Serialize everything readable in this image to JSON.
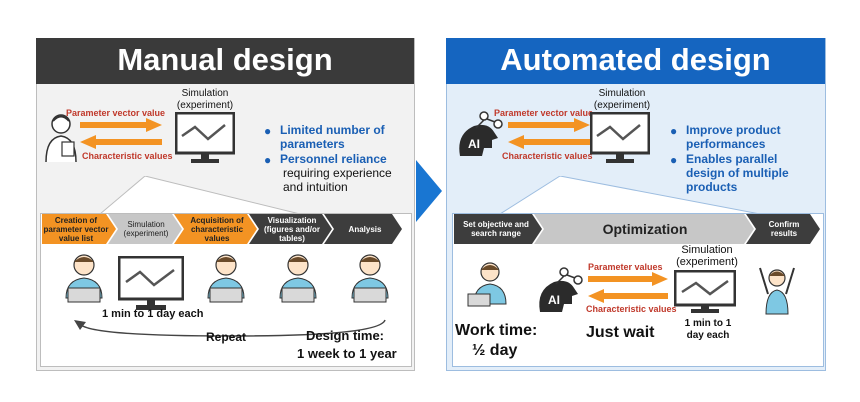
{
  "manual": {
    "title": "Manual design",
    "param_label": "Parameter vector value",
    "char_label": "Characteristic values",
    "sim_label": "Simulation\n(experiment)",
    "bullet1": "Limited number of parameters",
    "bullet2": "Personnel reliance",
    "bullet2_sub": "requiring experience and intuition",
    "steps": [
      "Creation of parameter vector value list",
      "Simulation (experiment)",
      "Acquisition of characteristic values",
      "Visualization (figures and/or tables)",
      "Analysis"
    ],
    "time_each": "1 min to 1 day each",
    "repeat": "Repeat",
    "design_time_1": "Design time:",
    "design_time_2": "1 week to 1 year"
  },
  "automated": {
    "title": "Automated design",
    "param_label": "Parameter vector value",
    "char_label": "Characteristic values",
    "sim_label": "Simulation\n(experiment)",
    "ai_label": "AI",
    "bullet1": "Improve product performances",
    "bullet2": "Enables parallel design of multiple products",
    "step_set": "Set objective and search range",
    "step_opt": "Optimization",
    "step_confirm": "Confirm results",
    "sim_label2": "Simulation\n(experiment)",
    "param_values": "Parameter values",
    "char_values": "Characteristic values",
    "time_each": "1 min to 1\nday each",
    "work_time_1": "Work time:",
    "work_time_2": "½ day",
    "just_wait": "Just wait"
  },
  "colors": {
    "dark_header": "#3a3a3a",
    "blue_header": "#1565c0",
    "orange": "#f39323",
    "gray_chevron": "#c7c7c7",
    "dark_chevron": "#3d3d3d",
    "blue_text": "#1a5fb4"
  }
}
